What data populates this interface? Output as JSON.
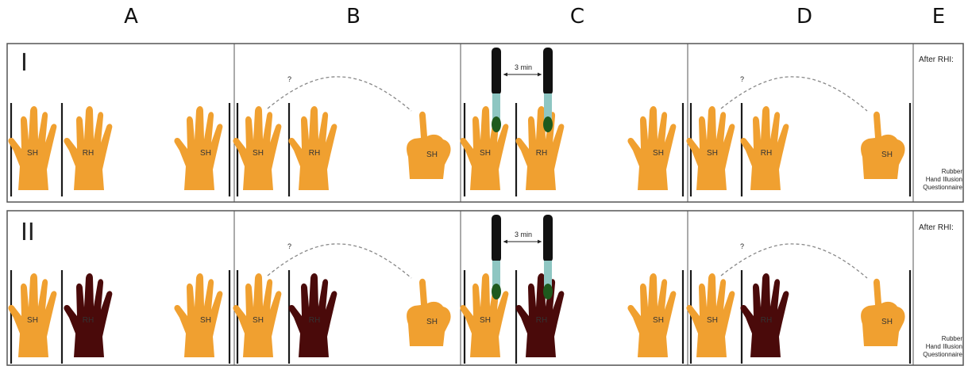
{
  "columns": [
    "A",
    "B",
    "C",
    "D",
    "E"
  ],
  "rows": [
    {
      "label": "I",
      "rubber_hand_color": "#f0a030",
      "after_label": "After RHI:",
      "questionnaire": [
        "Rubber",
        "Hand Illusion",
        "Questionnaire"
      ]
    },
    {
      "label": "II",
      "rubber_hand_color": "#4a0a0a",
      "after_label": "After RHI:",
      "questionnaire": [
        "Rubber",
        "Hand Illusion",
        "Questionnaire"
      ]
    }
  ],
  "hand_labels": {
    "subject": "SH",
    "rubber": "RH"
  },
  "question_mark": "?",
  "timer_label": "3 min",
  "colors": {
    "skin": "#f0a030",
    "dark_skin": "#4a0a0a",
    "border": "#555555",
    "brush_handle": "#111111",
    "brush_bristle": "#8ec6c2",
    "brush_tip": "#1e5a1e",
    "pointer_dash": "#888888"
  }
}
